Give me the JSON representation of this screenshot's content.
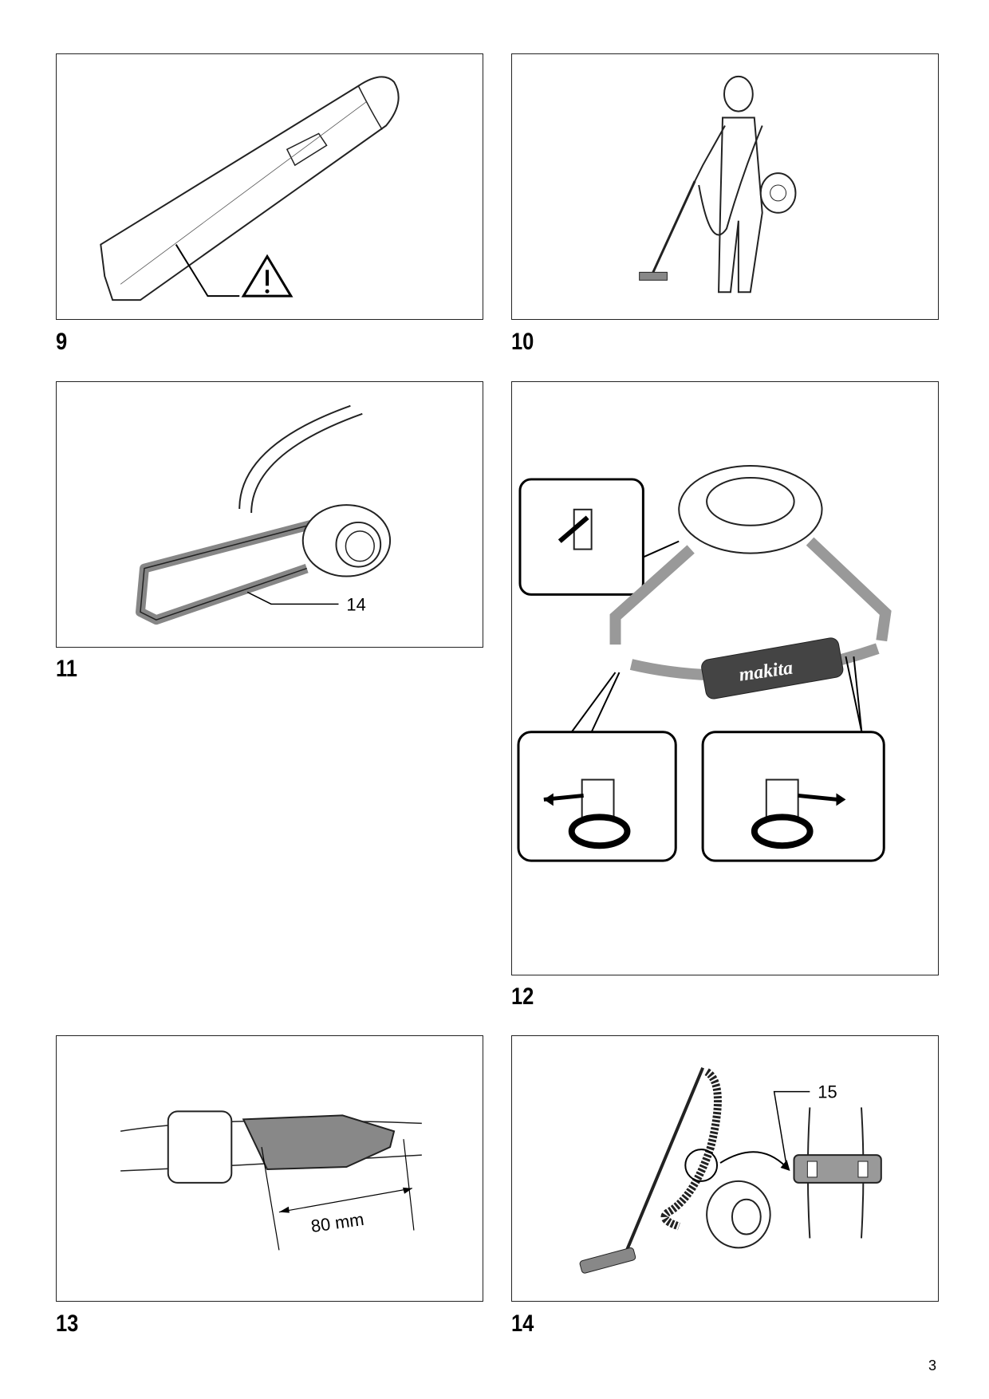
{
  "figures": [
    {
      "number": "9",
      "subject": "nozzle-with-warning"
    },
    {
      "number": "10",
      "subject": "operator-carrying-cleaner"
    },
    {
      "number": "11",
      "subject": "shoulder-strap",
      "callout": "14"
    },
    {
      "number": "12",
      "subject": "strap-attachment",
      "logo": "makita"
    },
    {
      "number": "13",
      "subject": "strap-length",
      "dimension": "80 mm"
    },
    {
      "number": "14",
      "subject": "hose-holder",
      "callout": "15"
    }
  ],
  "page_number": "3"
}
